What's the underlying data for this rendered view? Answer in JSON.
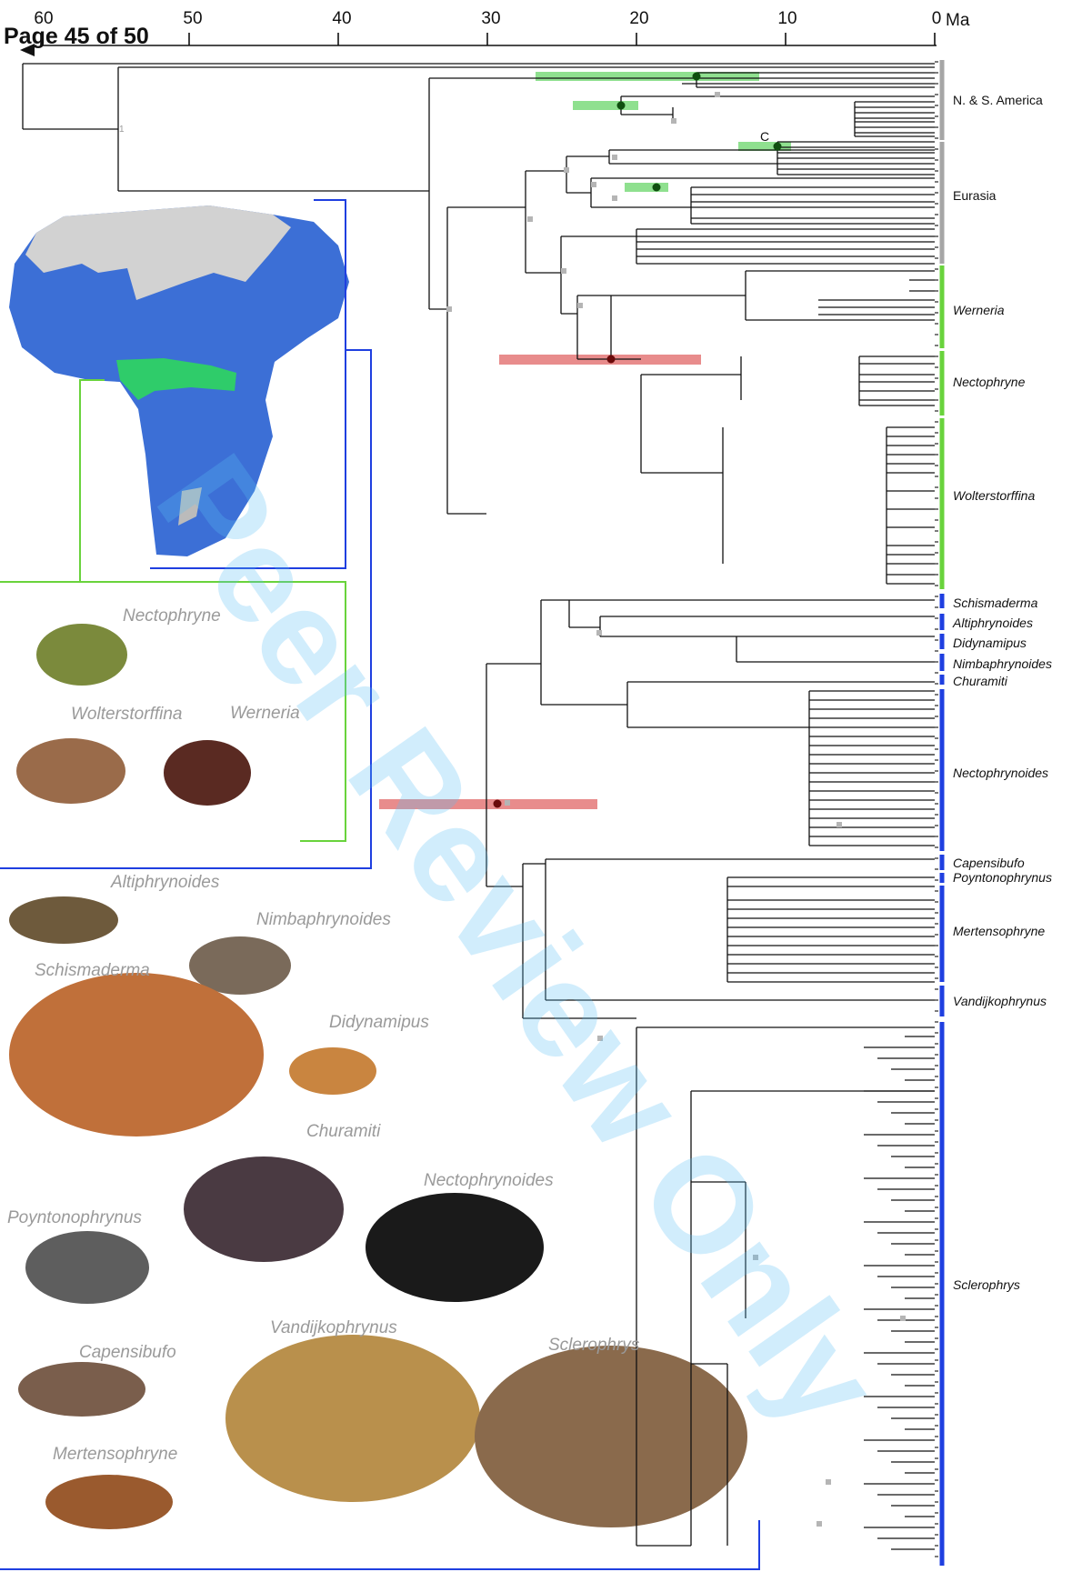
{
  "header": {
    "page_label": "Page 45 of 50"
  },
  "watermark": {
    "text": "Peer Review Only"
  },
  "time_axis": {
    "ticks": [
      "60",
      "50",
      "40",
      "30",
      "20",
      "10",
      "0"
    ],
    "unit": "Ma"
  },
  "clades": [
    {
      "key": "nsam",
      "label": "N. & S. America",
      "italic": false
    },
    {
      "key": "eurasia",
      "label": "Eurasia",
      "italic": false
    },
    {
      "key": "werneria",
      "label": "Werneria",
      "italic": true
    },
    {
      "key": "nectophryne",
      "label": "Nectophryne",
      "italic": true
    },
    {
      "key": "wolterstorffina",
      "label": "Wolterstorffina",
      "italic": true
    },
    {
      "key": "schismaderma",
      "label": "Schismaderma",
      "italic": true
    },
    {
      "key": "altiphrynoides",
      "label": "Altiphrynoides",
      "italic": true
    },
    {
      "key": "didynamipus",
      "label": "Didynamipus",
      "italic": true
    },
    {
      "key": "nimbaphrynoides",
      "label": "Nimbaphrynoides",
      "italic": true
    },
    {
      "key": "churamiti",
      "label": "Churamiti",
      "italic": true
    },
    {
      "key": "nectophrynoides",
      "label": "Nectophrynoides",
      "italic": true
    },
    {
      "key": "capensibufo",
      "label": "Capensibufo",
      "italic": true
    },
    {
      "key": "poyntonophrynus",
      "label": "Poyntonophrynus",
      "italic": true
    },
    {
      "key": "mertensophryne",
      "label": "Mertensophryne",
      "italic": true
    },
    {
      "key": "vandijkophrynus",
      "label": "Vandijkophrynus",
      "italic": true
    },
    {
      "key": "sclerophrys",
      "label": "Sclerophrys",
      "italic": true
    }
  ],
  "node_labels": {
    "support_one": "1",
    "calib_c": "C"
  },
  "photo_names": {
    "nectophryne": "Nectophryne",
    "wolterstorffina": "Wolterstorffina",
    "werneria": "Werneria",
    "altiphrynoides": "Altiphrynoides",
    "nimbaphrynoides": "Nimbaphrynoides",
    "schismaderma": "Schismaderma",
    "didynamipus": "Didynamipus",
    "churamiti": "Churamiti",
    "nectophrynoides": "Nectophrynoides",
    "poyntonophrynus": "Poyntonophrynus",
    "vandijkophrynus": "Vandijkophrynus",
    "sclerophrys": "Sclerophrys",
    "capensibufo": "Capensibufo",
    "mertensophryne": "Mertensophryne"
  },
  "colors": {
    "tree": "#111111",
    "americas_eurasia_bar": "#a6a6a6",
    "central_africa_bar": "#69d33c",
    "subsaharan_bar": "#1f3fe0",
    "node_dot_green": "#0f4f0f",
    "node_dot_red": "#6b0a0a",
    "confidence_green": "#8fe08f",
    "confidence_red": "#e88c8c",
    "support_square": "#b5b5b5",
    "map_blue": "#3c6fd6",
    "map_green": "#2fcc6a",
    "map_gray": "#d2d2d2"
  }
}
